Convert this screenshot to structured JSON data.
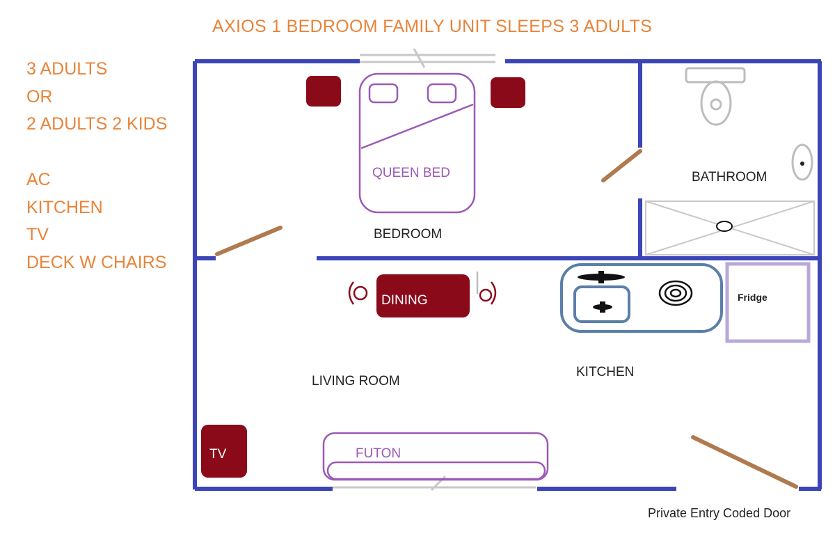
{
  "title": "AXIOS 1 BEDROOM FAMILY UNIT SLEEPS 3 ADULTS",
  "side_notes": [
    "3 ADULTS",
    "OR",
    "2 ADULTS 2 KIDS",
    "",
    "AC",
    "KITCHEN",
    "TV",
    "DECK W CHAIRS"
  ],
  "rooms": {
    "bedroom": "BEDROOM",
    "bathroom": "BATHROOM",
    "living_room": "LIVING ROOM",
    "kitchen": "KITCHEN"
  },
  "furniture": {
    "queen_bed": "QUEEN BED",
    "dining": "DINING",
    "fridge": "Fridge",
    "tv": "TV",
    "futon": "FUTON"
  },
  "footer_note": "Private Entry Coded Door",
  "colors": {
    "title_text": "#e8843a",
    "walls": "#3b45b8",
    "doors": "#b07a4f",
    "windows": "#c8c8c8",
    "bed_outline": "#9b59b6",
    "furniture_fill": "#8b0a1a",
    "counter_outline": "#5b7fa8",
    "fridge_outline": "#b9a8d8"
  }
}
